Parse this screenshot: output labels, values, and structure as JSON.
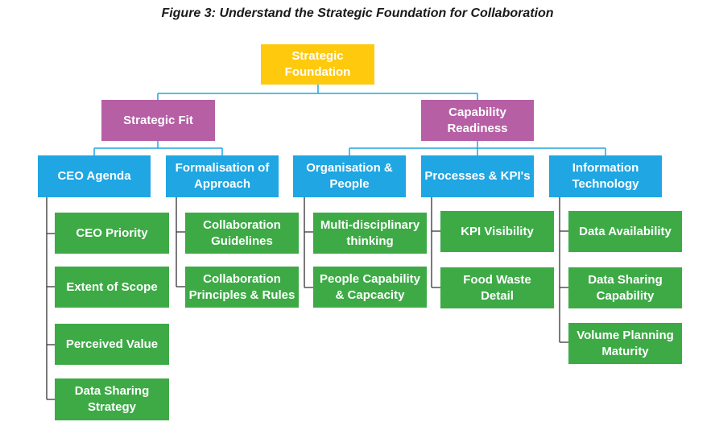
{
  "title": "Figure 3: Understand the Strategic Foundation for Collaboration",
  "colors": {
    "root": "#FFC90E",
    "level1": "#B65FA5",
    "level2": "#1FA6E3",
    "level3": "#3DAA46",
    "connector": "#1FA6E3"
  },
  "root": "Strategic\nFoundation",
  "branches": [
    {
      "label": "Strategic Fit",
      "categories": [
        {
          "label": "CEO Agenda",
          "items": [
            "CEO Priority",
            "Extent of Scope",
            "Perceived Value",
            "Data Sharing\nStrategy"
          ]
        },
        {
          "label": "Formalisation of\nApproach",
          "items": [
            "Collaboration\nGuidelines",
            "Collaboration\nPrinciples & Rules"
          ]
        }
      ]
    },
    {
      "label": "Capability\nReadiness",
      "categories": [
        {
          "label": "Organisation &\nPeople",
          "items": [
            "Multi-disciplinary\nthinking",
            "People Capability\n& Capcacity"
          ]
        },
        {
          "label": "Processes & KPI's",
          "items": [
            "KPI Visibility",
            "Food Waste\nDetail"
          ]
        },
        {
          "label": "Information\nTechnology",
          "items": [
            "Data Availability",
            "Data Sharing\nCapability",
            "Volume Planning\nMaturity"
          ]
        }
      ]
    }
  ]
}
